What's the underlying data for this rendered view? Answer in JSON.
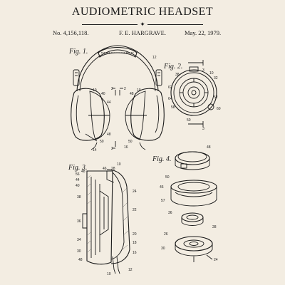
{
  "document": {
    "title": "AUDIOMETRIC HEADSET",
    "ornament": "✦",
    "patent_number": "No. 4,156,118.",
    "inventor": "F. E. HARGRAVE.",
    "date": "May. 22, 1979."
  },
  "figures": {
    "fig1": "Fig. 1.",
    "fig2": "Fig. 2.",
    "fig3": "Fig. 3.",
    "fig4": "Fig. 4."
  },
  "reference_numerals": {
    "fig1": [
      "12",
      "10",
      "40",
      "44",
      "48",
      "50",
      "14",
      "2",
      "2",
      "10",
      "48",
      "50",
      "16",
      "2"
    ],
    "fig2": [
      "3",
      "10",
      "32",
      "38",
      "62",
      "64",
      "58",
      "50",
      "60",
      "52",
      "3"
    ],
    "fig3": [
      "10",
      "56",
      "48",
      "46",
      "44",
      "40",
      "28",
      "38",
      "36",
      "34",
      "30",
      "24",
      "48",
      "22",
      "20",
      "18",
      "16",
      "12",
      "10"
    ],
    "fig4": [
      "48",
      "50",
      "46",
      "57",
      "36",
      "26",
      "28",
      "30",
      "24"
    ]
  },
  "colors": {
    "paper": "#f3ede2",
    "ink": "#1a1a1a"
  }
}
